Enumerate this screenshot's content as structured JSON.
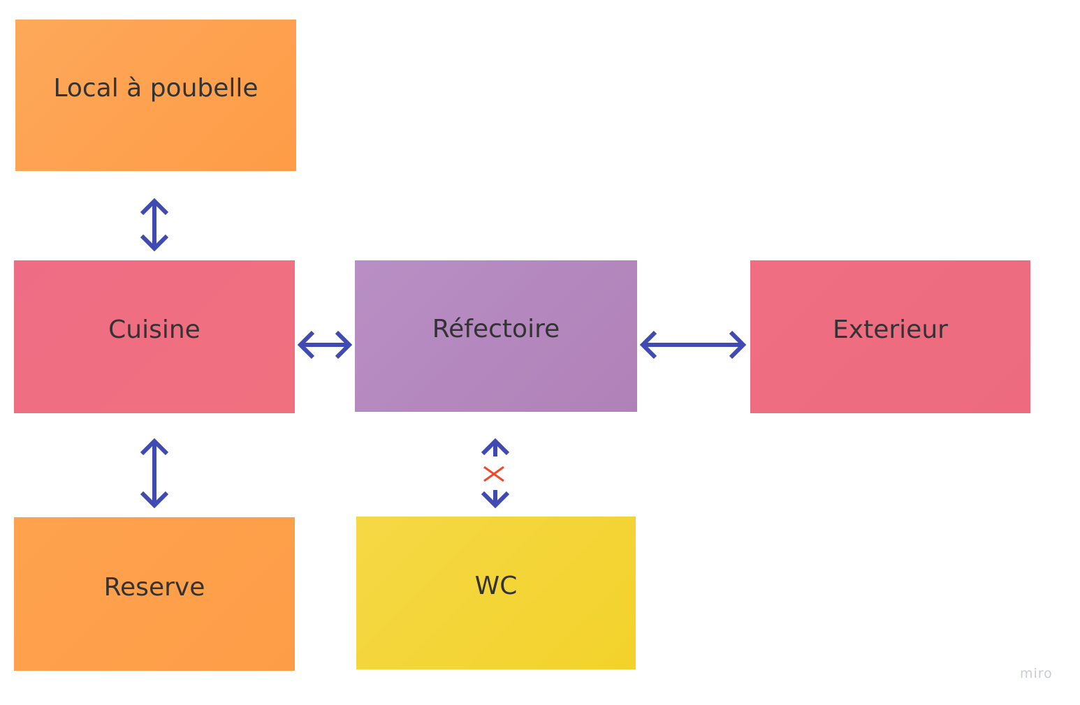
{
  "board": {
    "stickies": [
      {
        "id": "local",
        "label": "Local à poubelle",
        "color": "#fea350"
      },
      {
        "id": "cuisine",
        "label": "Cuisine",
        "color": "#ef6e82"
      },
      {
        "id": "refectoire",
        "label": "Réfectoire",
        "color": "#b487bd"
      },
      {
        "id": "exterieur",
        "label": "Exterieur",
        "color": "#ef6d80"
      },
      {
        "id": "reserve",
        "label": "Reserve",
        "color": "#fea04c"
      },
      {
        "id": "wc",
        "label": "WC",
        "color": "#f4d53a"
      }
    ],
    "connections": [
      {
        "from": "local",
        "to": "cuisine",
        "type": "bidirectional"
      },
      {
        "from": "cuisine",
        "to": "refectoire",
        "type": "bidirectional"
      },
      {
        "from": "refectoire",
        "to": "exterieur",
        "type": "bidirectional"
      },
      {
        "from": "cuisine",
        "to": "reserve",
        "type": "bidirectional"
      },
      {
        "from": "refectoire",
        "to": "wc",
        "type": "blocked"
      }
    ],
    "arrow_color": "#3f4ab3",
    "blocked_color": "#f24726"
  },
  "watermark": "miro"
}
